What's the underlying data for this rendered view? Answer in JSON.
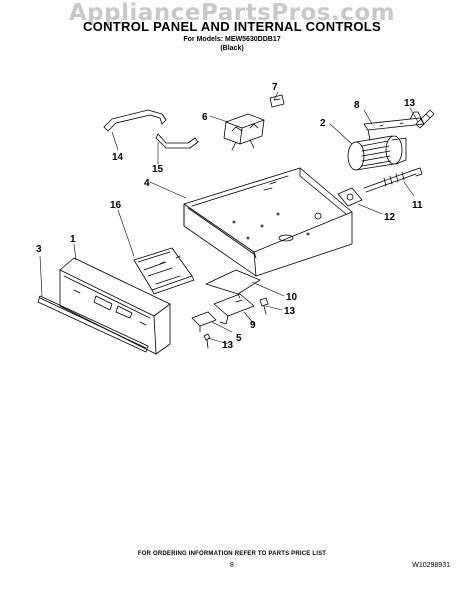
{
  "watermark": "AppliancePartsPros.com",
  "header": {
    "title": "CONTROL PANEL AND INTERNAL CONTROLS",
    "models": "For Models: MEW5630DDB17",
    "color": "(Black)"
  },
  "callouts": [
    "1",
    "2",
    "3",
    "4",
    "5",
    "6",
    "7",
    "8",
    "9",
    "10",
    "11",
    "12",
    "13",
    "13",
    "13",
    "14",
    "15",
    "16"
  ],
  "footer": {
    "note": "FOR ORDERING INFORMATION REFER TO PARTS PRICE LIST",
    "page": "8",
    "code": "W10298931"
  }
}
